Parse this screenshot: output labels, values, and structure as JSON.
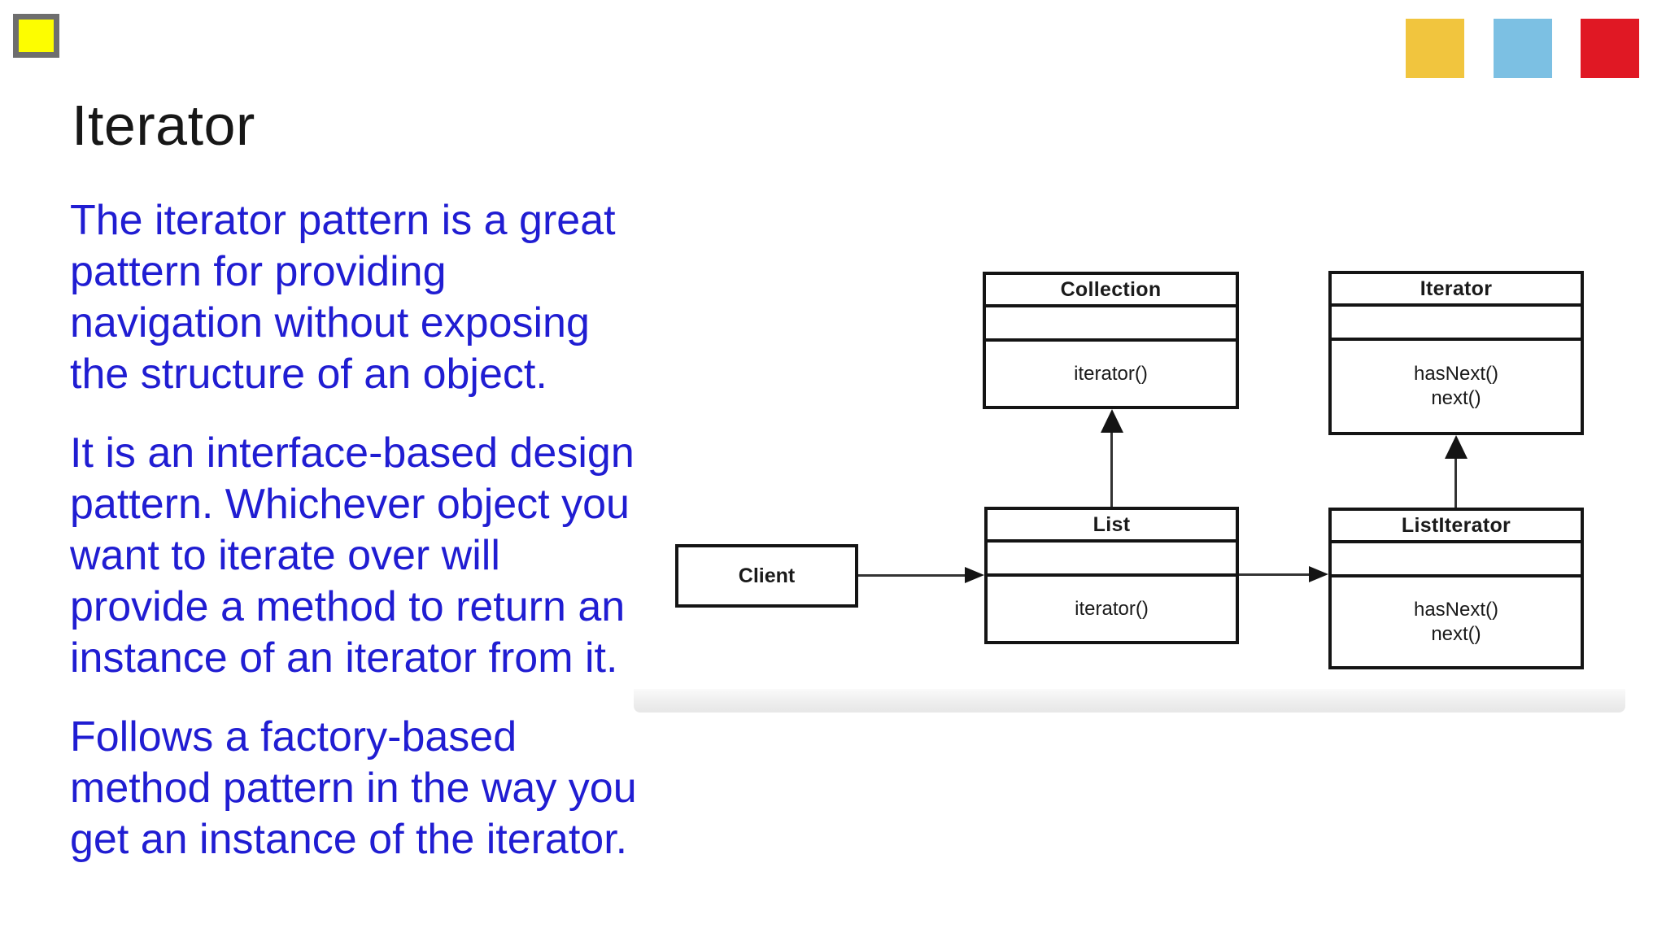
{
  "slide": {
    "title": "Iterator",
    "paragraphs": [
      [
        "The iterator pattern is a great",
        "pattern for providing",
        "navigation without exposing",
        "the structure of an object."
      ],
      [
        "It is an interface-based design",
        "pattern. Whichever object you",
        "want to iterate over will",
        "provide a method to return an",
        "instance of an iterator from it."
      ],
      [
        "Follows a factory-based",
        "method pattern in the way you",
        "get an instance of the iterator."
      ]
    ],
    "text_color": "#201dd2",
    "title_color": "#171717"
  },
  "decorations": {
    "thumbnail_square_color": "#fdfd00",
    "thumbnail_border_color": "#6e6e6e",
    "chips": [
      {
        "name": "amber",
        "color": "#f1c53e"
      },
      {
        "name": "blue",
        "color": "#7cc0e3"
      },
      {
        "name": "red",
        "color": "#e01824"
      }
    ]
  },
  "diagram": {
    "classes": [
      {
        "id": "collection",
        "name": "Collection",
        "methods": [
          "iterator()"
        ]
      },
      {
        "id": "iterator",
        "name": "Iterator",
        "methods": [
          "hasNext()",
          "next()"
        ]
      },
      {
        "id": "list",
        "name": "List",
        "methods": [
          "iterator()"
        ]
      },
      {
        "id": "listiterator",
        "name": "ListIterator",
        "methods": [
          "hasNext()",
          "next()"
        ]
      },
      {
        "id": "client",
        "name": "Client",
        "methods": []
      }
    ],
    "relations": [
      {
        "from": "Client",
        "to": "List",
        "type": "arrow-right"
      },
      {
        "from": "List",
        "to": "ListIterator",
        "type": "arrow-right"
      },
      {
        "from": "List",
        "to": "Collection",
        "type": "arrow-up"
      },
      {
        "from": "ListIterator",
        "to": "Iterator",
        "type": "arrow-up"
      }
    ]
  }
}
